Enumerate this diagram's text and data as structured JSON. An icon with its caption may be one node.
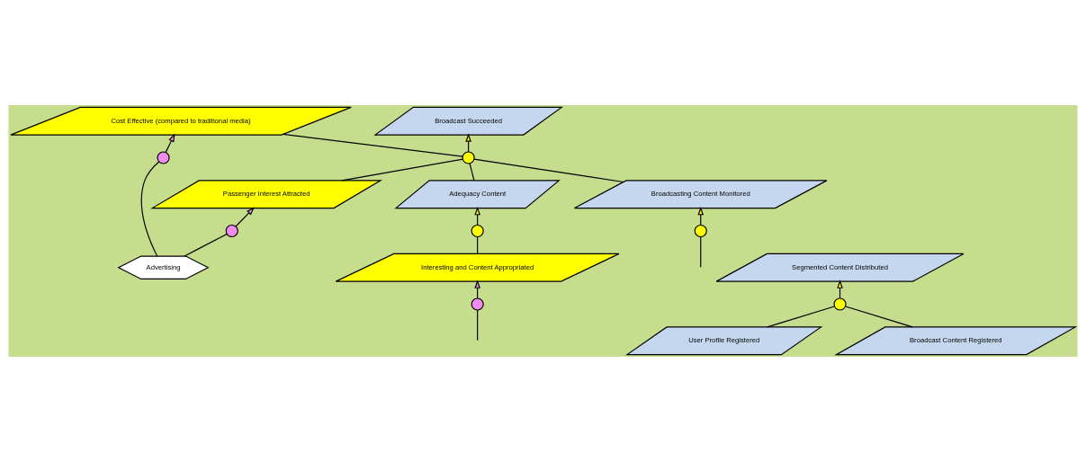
{
  "diagram": {
    "nodes": [
      {
        "text": [
          "Broadcast Succeeded"
        ]
      },
      {
        "text": [
          "Cost Effective (compared to traditional media)"
        ]
      },
      {
        "text": [
          "Adequacy Content"
        ]
      },
      {
        "text": [],
        "shape": "circle"
      },
      {
        "text": [],
        "shape": "circle"
      },
      {
        "text": [
          "Passenger Interest Attracted"
        ]
      },
      {
        "text": [],
        "shape": "circle"
      },
      {
        "text": [
          "Segmented Content Distributed"
        ]
      },
      {
        "text": [
          "Interesting and Content Appropriated"
        ]
      },
      {
        "text": [],
        "shape": "circle"
      },
      {
        "text": [
          "Broadcasting Content Monitored"
        ]
      },
      {
        "text": [],
        "shape": "circle"
      },
      {
        "text": [
          "User Profile Registered"
        ]
      },
      {
        "text": [
          "Broadcast Content Registered"
        ]
      },
      {
        "text": [],
        "shape": "circle"
      },
      {
        "text": [],
        "shape": "circle"
      },
      {
        "text": [
          "Advertising"
        ]
      }
    ],
    "edges": [
      {
        "from": 3,
        "to": 0,
        "arrow": "to"
      },
      {
        "from": 3,
        "to": 1,
        "arrow": "none"
      },
      {
        "from": 2,
        "to": 3,
        "arrow": "none"
      },
      {
        "from": 5,
        "to": 3,
        "arrow": "none"
      },
      {
        "from": 10,
        "to": 3,
        "arrow": "none"
      },
      {
        "from": 4,
        "to": 1,
        "arrow": "to"
      },
      {
        "from": 16,
        "to": 4,
        "arrow": "none"
      },
      {
        "from": 11,
        "to": 5,
        "arrow": "to"
      },
      {
        "from": 16,
        "to": 11,
        "arrow": "none"
      },
      {
        "from": 6,
        "to": 2,
        "arrow": "to"
      },
      {
        "from": 8,
        "to": 6,
        "arrow": "none"
      },
      {
        "from": 9,
        "to": 7,
        "arrow": "to"
      },
      {
        "from": 12,
        "to": 9,
        "arrow": "none"
      },
      {
        "from": 13,
        "to": 9,
        "arrow": "none"
      },
      {
        "from": 14,
        "to": 8,
        "arrow": "to"
      },
      {
        "from": null,
        "to": 14,
        "arrow": "none"
      },
      {
        "from": 15,
        "to": 10,
        "arrow": "to"
      },
      {
        "from": null,
        "to": 15,
        "arrow": "none"
      }
    ]
  }
}
